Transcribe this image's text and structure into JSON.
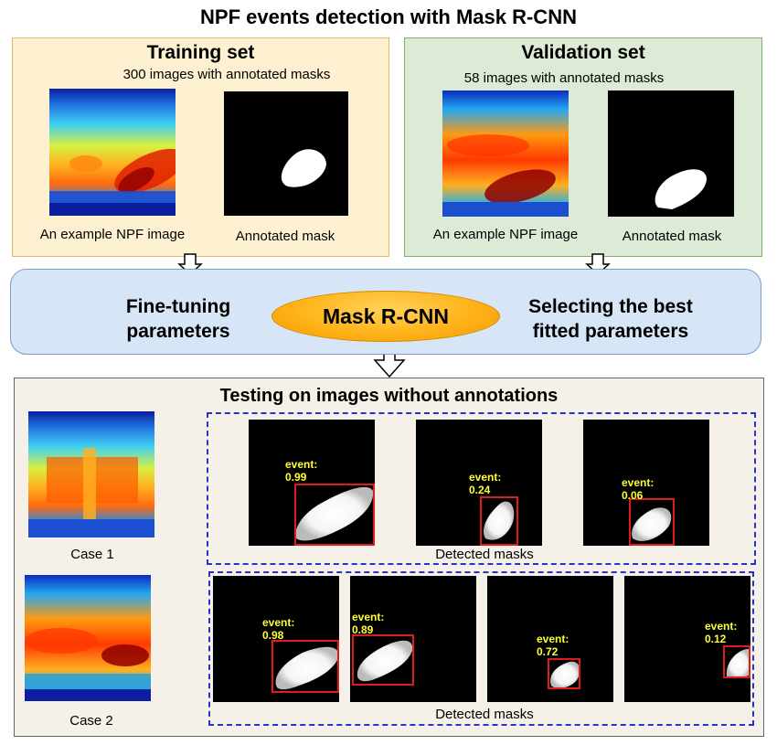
{
  "title": "NPF events detection with Mask R-CNN",
  "training": {
    "title": "Training set",
    "subtitle": "300 images with annotated masks",
    "example_caption": "An example NPF image",
    "mask_caption": "Annotated mask"
  },
  "validation": {
    "title": "Validation set",
    "subtitle": "58 images with annotated masks",
    "example_caption": "An example NPF image",
    "mask_caption": "Annotated mask"
  },
  "model": {
    "left_text_1": "Fine-tuning",
    "left_text_2": "parameters",
    "name": "Mask R-CNN",
    "right_text_1": "Selecting the best",
    "right_text_2": "fitted parameters"
  },
  "testing": {
    "title": "Testing on images without annotations",
    "case1": {
      "label": "Case 1",
      "detected_label": "Detected masks",
      "masks": [
        {
          "label": "event:",
          "score": "0.99"
        },
        {
          "label": "event:",
          "score": "0.24"
        },
        {
          "label": "event:",
          "score": "0.06"
        }
      ]
    },
    "case2": {
      "label": "Case 2",
      "detected_label": "Detected masks",
      "masks": [
        {
          "label": "event:",
          "score": "0.98"
        },
        {
          "label": "event:",
          "score": "0.89"
        },
        {
          "label": "event:",
          "score": "0.72"
        },
        {
          "label": "event:",
          "score": "0.12"
        }
      ]
    }
  },
  "colors": {
    "training_bg": "#fdf1d2",
    "validation_bg": "#dcead6",
    "model_bg": "#d6e6f6",
    "ellipse": "#ffb319",
    "test_bg": "#f5f1e8",
    "dashed_border": "#2733c9",
    "detection_box": "#e01b1b",
    "event_label": "#ffff33"
  }
}
